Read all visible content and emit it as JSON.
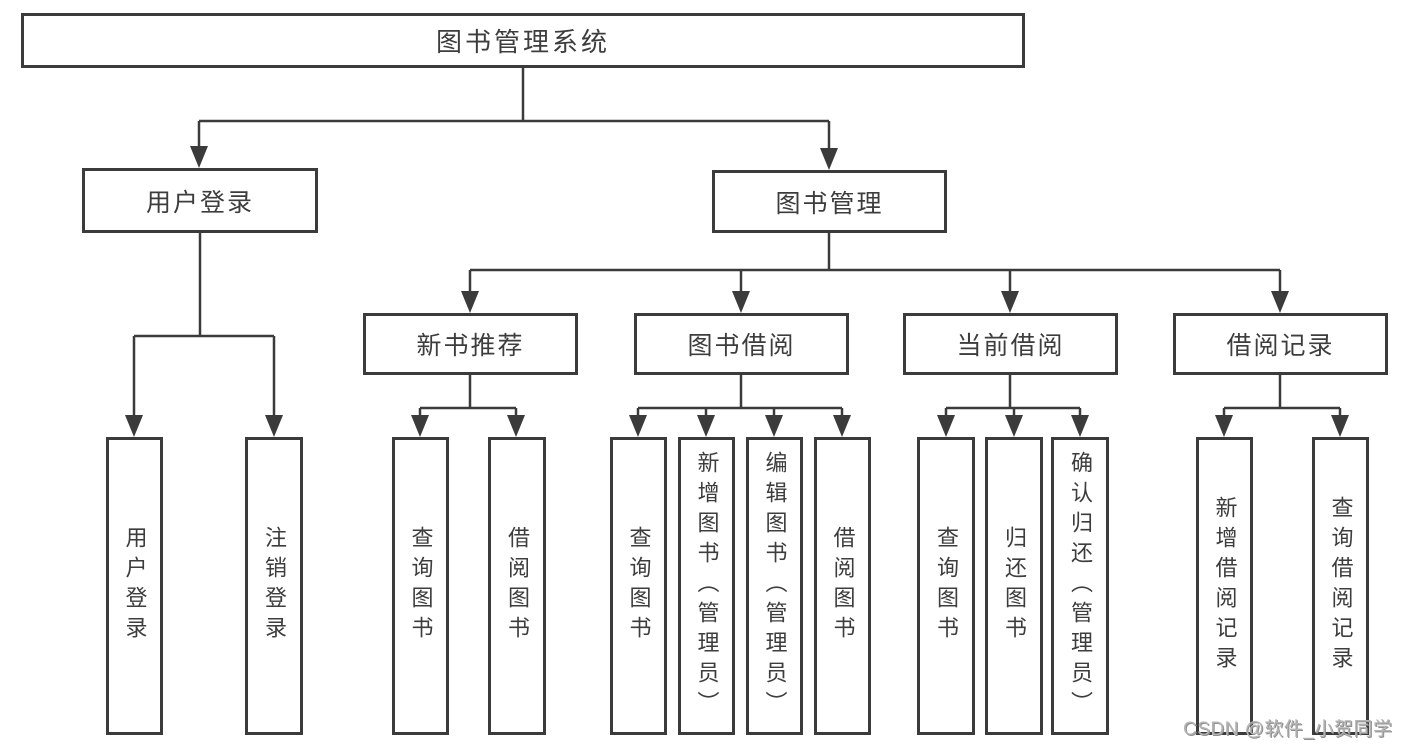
{
  "title": "图书管理系统",
  "branches": [
    {
      "label": "用户登录",
      "children": [
        {
          "label": "用户登录"
        },
        {
          "label": "注销登录"
        }
      ]
    },
    {
      "label": "图书管理",
      "groups": [
        {
          "label": "新书推荐",
          "children": [
            {
              "label": "查询图书"
            },
            {
              "label": "借阅图书"
            }
          ]
        },
        {
          "label": "图书借阅",
          "children": [
            {
              "label": "查询图书"
            },
            {
              "label": "新增图书（管理员）"
            },
            {
              "label": "编辑图书（管理员）"
            },
            {
              "label": "借阅图书"
            }
          ]
        },
        {
          "label": "当前借阅",
          "children": [
            {
              "label": "查询图书"
            },
            {
              "label": "归还图书"
            },
            {
              "label": "确认归还（管理员）"
            }
          ]
        },
        {
          "label": "借阅记录",
          "children": [
            {
              "label": "新增借阅记录"
            },
            {
              "label": "查询借阅记录"
            }
          ]
        }
      ]
    }
  ],
  "watermark": "CSDN @软件_小贺同学",
  "colors": {
    "line": "#3b3b3b",
    "text": "#3d3d3d",
    "watermark": "#b5b5b5",
    "background": "#ffffff"
  }
}
